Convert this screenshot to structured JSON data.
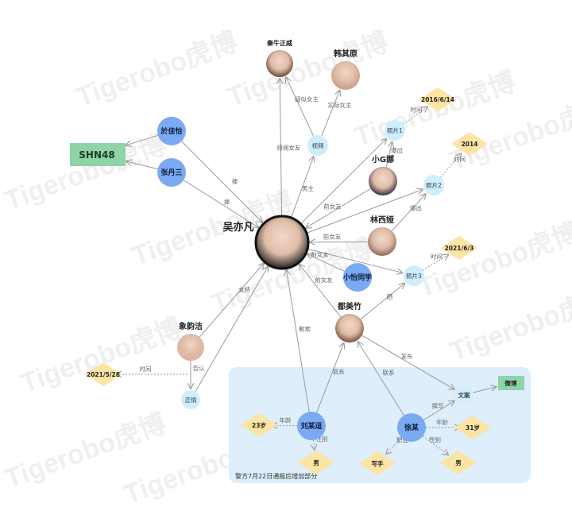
{
  "watermark": "Tigerobo虎博",
  "panel": {
    "label": "警方7月22日通报后增加部分",
    "color": "#deeefa"
  },
  "colors": {
    "person": "#7aaaf2",
    "event": "#cfeefb",
    "attr": "#fbe4a4",
    "org": "#8fd3a8",
    "edge": "#9a9a9a"
  },
  "nodes": [
    {
      "id": "wyf",
      "label": "吴亦凡",
      "type": "photo",
      "tone": "#222222"
    },
    {
      "id": "qnzw",
      "label": "秦牛正威",
      "type": "photo",
      "tone": "#6b4a3a"
    },
    {
      "id": "hqy",
      "label": "韩其原",
      "type": "photo",
      "tone": "#c99a80"
    },
    {
      "id": "sp",
      "label": "视频",
      "type": "event"
    },
    {
      "id": "zp1",
      "label": "照片1",
      "type": "event"
    },
    {
      "id": "d1",
      "label": "2016/6/14",
      "type": "attr"
    },
    {
      "id": "xgn",
      "label": "小G娜",
      "type": "photo",
      "tone": "#3a2a4a"
    },
    {
      "id": "zp2",
      "label": "照片2",
      "type": "event"
    },
    {
      "id": "d2",
      "label": "2014",
      "type": "attr"
    },
    {
      "id": "lxy",
      "label": "林西娅",
      "type": "photo",
      "tone": "#8a6a5a"
    },
    {
      "id": "zp3",
      "label": "照片3",
      "type": "event"
    },
    {
      "id": "d3",
      "label": "2021/6/3",
      "type": "attr"
    },
    {
      "id": "xytx",
      "label": "小怡同学",
      "type": "person"
    },
    {
      "id": "dmz",
      "label": "都美竹",
      "type": "photo",
      "tone": "#7a5040"
    },
    {
      "id": "yjy",
      "label": "於佳怡",
      "type": "person"
    },
    {
      "id": "zds",
      "label": "张丹三",
      "type": "person"
    },
    {
      "id": "shn",
      "label": "SHN48",
      "type": "org"
    },
    {
      "id": "xyj",
      "label": "象韵洁",
      "type": "photo",
      "tone": "#e0b0a0"
    },
    {
      "id": "lq",
      "label": "恋情",
      "type": "event"
    },
    {
      "id": "d4",
      "label": "2021/5/28",
      "type": "attr"
    },
    {
      "id": "lmd",
      "label": "刘某逗",
      "type": "person"
    },
    {
      "id": "a23",
      "label": "23岁",
      "type": "attr"
    },
    {
      "id": "m1",
      "label": "男",
      "type": "attr"
    },
    {
      "id": "xm",
      "label": "徐某",
      "type": "person"
    },
    {
      "id": "a31",
      "label": "31岁",
      "type": "attr"
    },
    {
      "id": "xs",
      "label": "写手",
      "type": "attr"
    },
    {
      "id": "m2",
      "label": "男",
      "type": "attr"
    },
    {
      "id": "wa",
      "label": "文案",
      "type": "event"
    },
    {
      "id": "wb",
      "label": "微博",
      "type": "org"
    }
  ],
  "edges": [
    {
      "from": "wyf",
      "to": "qnzw",
      "label": "绯闻女友"
    },
    {
      "from": "sp",
      "to": "qnzw",
      "label": "疑似女主"
    },
    {
      "from": "sp",
      "to": "hqy",
      "label": "实际女主"
    },
    {
      "from": "wyf",
      "to": "sp",
      "label": "男主"
    },
    {
      "from": "yjy",
      "to": "wyf",
      "label": "捧"
    },
    {
      "from": "zds",
      "to": "wyf",
      "label": "捧"
    },
    {
      "from": "yjy",
      "to": "shn",
      "label": ""
    },
    {
      "from": "zds",
      "to": "shn",
      "label": ""
    },
    {
      "from": "wyf",
      "to": "zp1",
      "label": ""
    },
    {
      "from": "xgn",
      "to": "zp1",
      "label": "爆出"
    },
    {
      "from": "zp1",
      "to": "d1",
      "label": "时间",
      "dashed": true
    },
    {
      "from": "xgn",
      "to": "wyf",
      "label": "前女友"
    },
    {
      "from": "wyf",
      "to": "zp2",
      "label": ""
    },
    {
      "from": "lxy",
      "to": "zp2",
      "label": "爆出"
    },
    {
      "from": "zp2",
      "to": "d2",
      "label": "时间",
      "dashed": true
    },
    {
      "from": "lxy",
      "to": "wyf",
      "label": "前女友"
    },
    {
      "from": "xytx",
      "to": "wyf",
      "label": "前女友"
    },
    {
      "from": "wyf",
      "to": "zp3",
      "label": ""
    },
    {
      "from": "dmz",
      "to": "zp3",
      "label": "晒"
    },
    {
      "from": "zp3",
      "to": "d3",
      "label": "时间",
      "dashed": true
    },
    {
      "from": "dmz",
      "to": "wyf",
      "label": "前女友"
    },
    {
      "from": "xyj",
      "to": "wyf",
      "label": "支持"
    },
    {
      "from": "lq",
      "to": "wyf",
      "label": ""
    },
    {
      "from": "xyj",
      "to": "lq",
      "label": "否认"
    },
    {
      "from": "lq",
      "to": "d4",
      "label": "时间",
      "dashed": true
    },
    {
      "from": "lmd",
      "to": "wyf",
      "label": "勒索"
    },
    {
      "from": "lmd",
      "to": "dmz",
      "label": "冒充"
    },
    {
      "from": "lmd",
      "to": "a23",
      "label": "年龄",
      "dashed": true
    },
    {
      "from": "lmd",
      "to": "m1",
      "label": "性别",
      "dashed": true
    },
    {
      "from": "xm",
      "to": "dmz",
      "label": "联系"
    },
    {
      "from": "dmz",
      "to": "wa",
      "label": "发布"
    },
    {
      "from": "xm",
      "to": "wa",
      "label": "撰写"
    },
    {
      "from": "wa",
      "to": "wb",
      "label": ""
    },
    {
      "from": "xm",
      "to": "a31",
      "label": "年龄",
      "dashed": true
    },
    {
      "from": "xm",
      "to": "xs",
      "label": "职业",
      "dashed": true
    },
    {
      "from": "xm",
      "to": "m2",
      "label": "性别",
      "dashed": true
    }
  ]
}
